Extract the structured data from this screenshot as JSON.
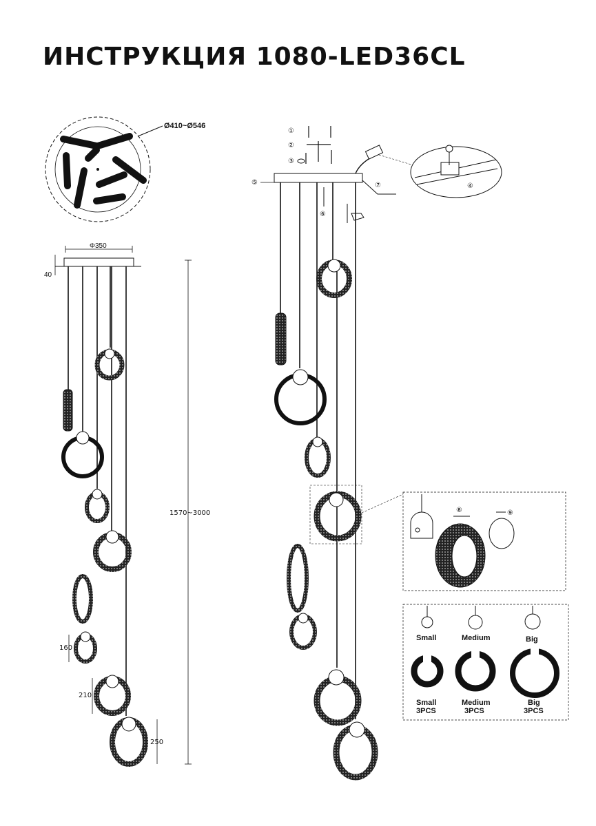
{
  "title": "ИНСТРУКЦИЯ 1080-LED36CL",
  "dimensions": {
    "top_diameter": "Ø410~Ø546",
    "canopy_diameter": "Φ350",
    "canopy_height": "40",
    "total_height": "1570~3000",
    "small_ring": "160",
    "medium_ring": "210",
    "big_ring": "250"
  },
  "steps": [
    "①",
    "②",
    "③",
    "④",
    "⑤",
    "⑥",
    "⑦",
    "⑧",
    "⑨"
  ],
  "legend": {
    "small": "Small",
    "medium": "Medium",
    "big": "Big",
    "small_count": "3PCS",
    "medium_count": "3PCS",
    "big_count": "3PCS"
  },
  "colors": {
    "ink": "#111111",
    "paper": "#ffffff"
  }
}
